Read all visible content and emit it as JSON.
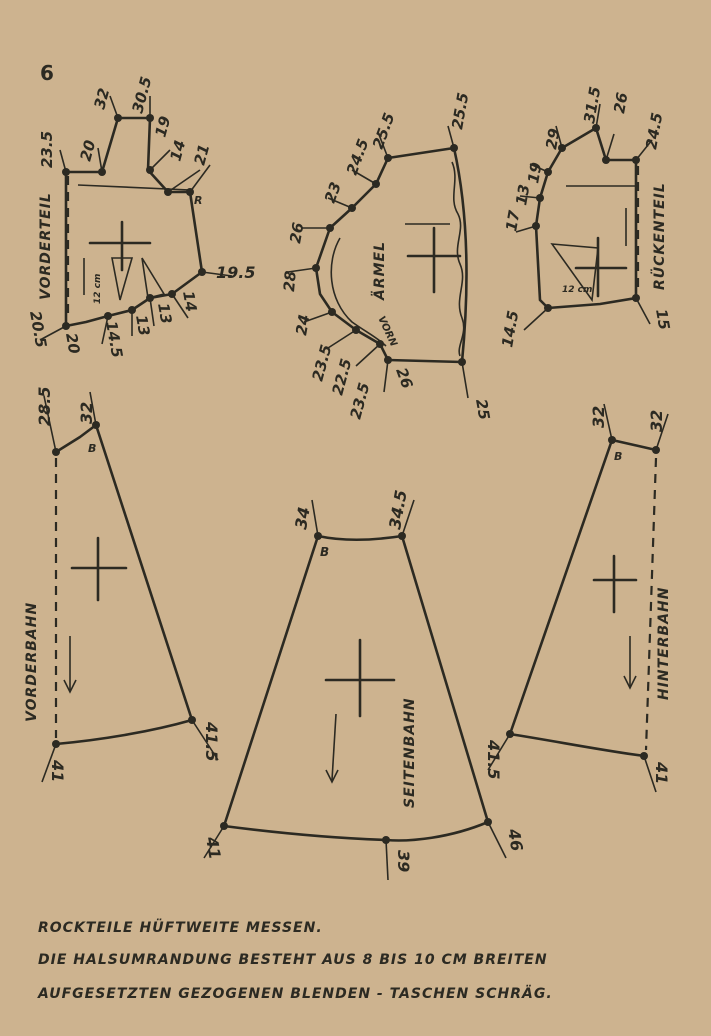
{
  "page_number": "6",
  "bodice_front": {
    "title": "VORDERTEIL",
    "measures": [
      "23.5",
      "20",
      "32",
      "30.5",
      "19",
      "14",
      "21",
      "19.5",
      "14",
      "13",
      "13",
      "14.5",
      "20",
      "20.5"
    ],
    "mark_r": "R",
    "dart_label": "12 cm"
  },
  "sleeve": {
    "title": "ÄRMEL",
    "front_label": "VORN",
    "measures": [
      "25.5",
      "25.5",
      "24.5",
      "23",
      "26",
      "28",
      "24",
      "23.5",
      "22.5",
      "23.5",
      "26",
      "25"
    ]
  },
  "bodice_back": {
    "title": "RÜCKENTEIL",
    "measures": [
      "29",
      "31.5",
      "26",
      "24.5",
      "19",
      "13",
      "17",
      "14.5",
      "15"
    ],
    "dart_label": "12 cm"
  },
  "skirt_front": {
    "title": "VORDERBAHN",
    "measures": [
      "28.5",
      "32",
      "41.5",
      "41"
    ],
    "mark": "B"
  },
  "skirt_side": {
    "title": "SEITENBAHN",
    "measures": [
      "34",
      "34.5",
      "41",
      "39",
      "46"
    ],
    "mark": "B"
  },
  "skirt_back": {
    "title": "HINTERBAHN",
    "measures": [
      "32",
      "32",
      "41.5",
      "41"
    ],
    "mark": "B"
  },
  "caption": {
    "line1": "ROCKTEILE HÜFTWEITE MESSEN.",
    "line2": "DIE HALSUMRANDUNG BESTEHT AUS 8 BIS 10 CM BREITEN",
    "line3": "AUFGESETZTEN GEZOGENEN BLENDEN - TASCHEN SCHRÄG."
  }
}
